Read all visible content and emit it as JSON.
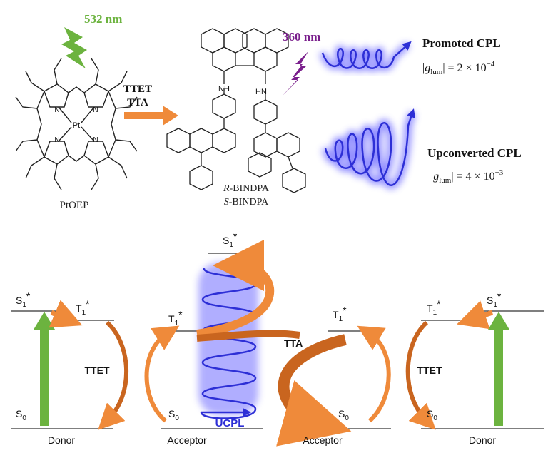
{
  "top": {
    "excitation_green": "532 nm",
    "excitation_purple": "360 nm",
    "donor_name": "PtOEP",
    "process_label_1": "TTET",
    "process_label_2": "TTA",
    "acceptor_r": "R",
    "acceptor_s": "S",
    "acceptor_suffix": "-BINDPA",
    "promoted": {
      "title": "Promoted CPL",
      "g_value": "= 2 × 10",
      "g_exp": "−4"
    },
    "upconverted": {
      "title": "Upconverted CPL",
      "g_value": "= 4 × 10",
      "g_exp": "−3"
    },
    "g_symbol": "g",
    "g_sub": "lum",
    "atoms": {
      "pt": "Pt",
      "n": "N",
      "nh": "NH",
      "hn": "HN"
    }
  },
  "bottom": {
    "donor_left": {
      "s1": "S",
      "s1_sub": "1",
      "t1": "T",
      "t1_sub": "1",
      "s0": "S",
      "s0_sub": "0",
      "label": "Donor"
    },
    "acceptor_left": {
      "t1": "T",
      "t1_sub": "1",
      "s0": "S",
      "s0_sub": "0",
      "label": "Acceptor"
    },
    "center": {
      "s1": "S",
      "s1_sub": "1",
      "tta": "TTA",
      "ucpl": "UCPL"
    },
    "acceptor_right": {
      "t1": "T",
      "t1_sub": "1",
      "s0": "S",
      "s0_sub": "0",
      "label": "Acceptor"
    },
    "donor_right": {
      "s1": "S",
      "s1_sub": "1",
      "t1": "T",
      "t1_sub": "1",
      "s0": "S",
      "s0_sub": "0",
      "label": "Donor"
    },
    "ttet_left": "TTET",
    "ttet_right": "TTET",
    "star": "*"
  },
  "colors": {
    "green": "#6cb33f",
    "purple": "#7a1f8c",
    "orange": "#ef8a3a",
    "orange_dark": "#c9651f",
    "blue": "#2d2fd6",
    "glow": "#6f6cff",
    "text": "#111111"
  }
}
